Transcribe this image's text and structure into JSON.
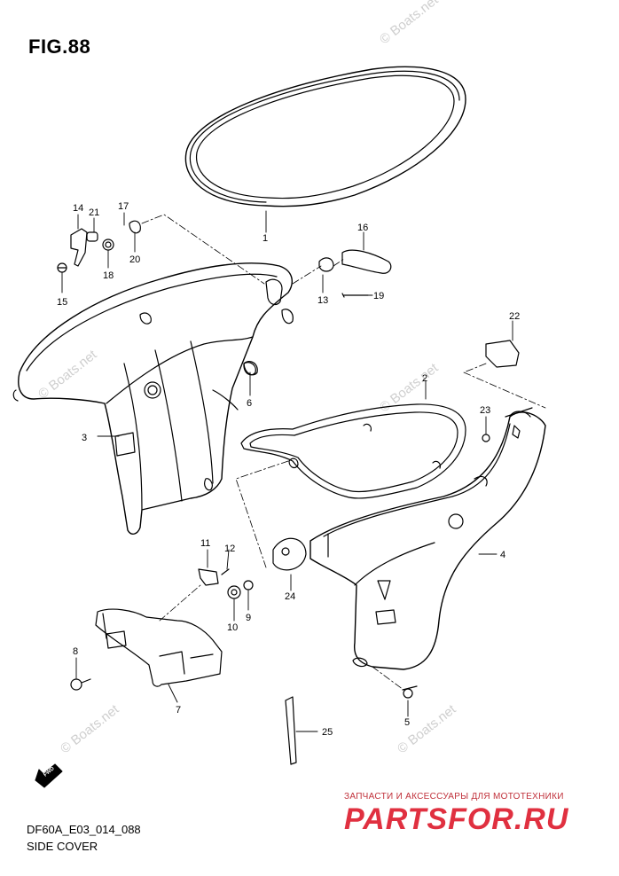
{
  "figure": {
    "title": "FIG.88",
    "code": "DF60A_E03_014_088",
    "name": "SIDE COVER",
    "fwd_label": "FWD"
  },
  "watermark": {
    "text": "© Boats.net"
  },
  "branding": {
    "subtitle": "ЗАПЧАСТИ И АКСЕССУАРЫ ДЛЯ МОТОТЕХНИКИ",
    "name": "PARTSFOR.RU",
    "color": "#e03040"
  },
  "callouts": [
    {
      "id": "c1",
      "label": "1"
    },
    {
      "id": "c2",
      "label": "2"
    },
    {
      "id": "c3",
      "label": "3"
    },
    {
      "id": "c4",
      "label": "4"
    },
    {
      "id": "c5",
      "label": "5"
    },
    {
      "id": "c6",
      "label": "6"
    },
    {
      "id": "c7",
      "label": "7"
    },
    {
      "id": "c8",
      "label": "8"
    },
    {
      "id": "c9",
      "label": "9"
    },
    {
      "id": "c10",
      "label": "10"
    },
    {
      "id": "c11",
      "label": "11"
    },
    {
      "id": "c12",
      "label": "12"
    },
    {
      "id": "c13",
      "label": "13"
    },
    {
      "id": "c14",
      "label": "14"
    },
    {
      "id": "c15",
      "label": "15"
    },
    {
      "id": "c16",
      "label": "16"
    },
    {
      "id": "c17",
      "label": "17"
    },
    {
      "id": "c18",
      "label": "18"
    },
    {
      "id": "c19",
      "label": "19"
    },
    {
      "id": "c20",
      "label": "20"
    },
    {
      "id": "c21",
      "label": "21"
    },
    {
      "id": "c22",
      "label": "22"
    },
    {
      "id": "c23",
      "label": "23"
    },
    {
      "id": "c24",
      "label": "24"
    },
    {
      "id": "c25",
      "label": "25"
    }
  ]
}
